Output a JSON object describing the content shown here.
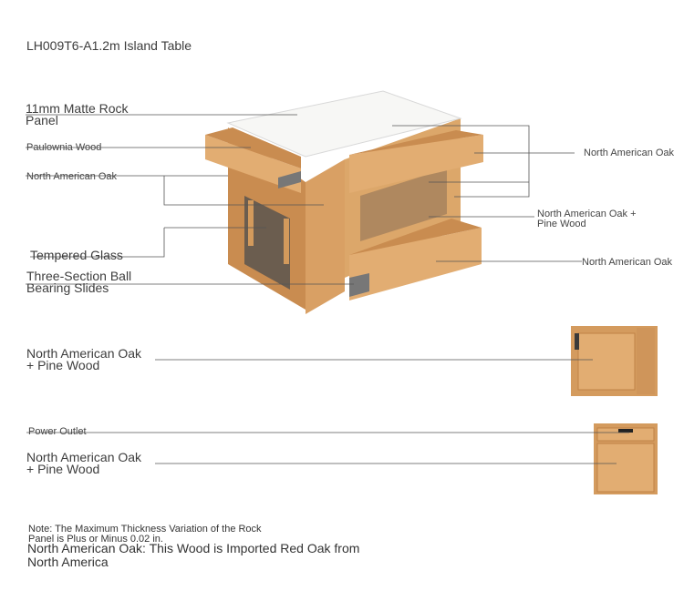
{
  "title": "LH009T6-A1.2m Island Table",
  "labels": {
    "rock_panel_line1": "11mm Matte Rock",
    "rock_panel_line2": "Panel",
    "paulownia": "Paulownia Wood",
    "oak_left": "North American Oak",
    "tempered_glass": "Tempered Glass",
    "slides_line1": "Three-Section Ball",
    "slides_line2": "Bearing Slides",
    "oak_right_top": "North American Oak",
    "oak_pine_right_line1": "North American Oak +",
    "oak_pine_right_line2": "Pine Wood",
    "oak_right_bottom": "North American Oak",
    "back_panel_line1": "North American Oak",
    "back_panel_line2": "+ Pine Wood",
    "power_outlet": "Power Outlet",
    "outlet_panel_line1": "North American Oak",
    "outlet_panel_line2": "+ Pine Wood"
  },
  "notes": {
    "rock_line1": "Note: The Maximum Thickness Variation of the Rock",
    "rock_line2": "Panel is Plus or Minus 0.02 in.",
    "oak_line1": "North American Oak: This Wood is Imported Red Oak from",
    "oak_line2": "North America"
  },
  "colors": {
    "oak_light": "#e2ad72",
    "oak_mid": "#d39a5c",
    "oak_dark": "#b97c42",
    "rock_panel": "#f7f7f5",
    "glass": "#5a554f"
  }
}
